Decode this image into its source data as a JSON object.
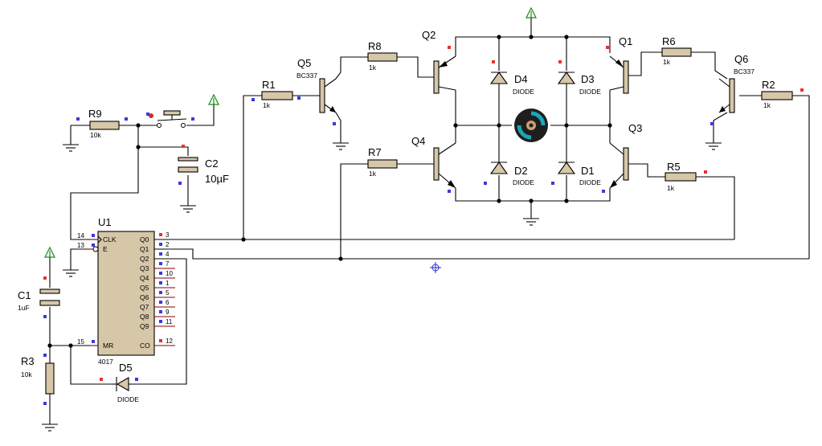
{
  "colors": {
    "wire": "#000000",
    "component_lead": "#8b0000",
    "component_body": "#d6c7a8",
    "pin_marker_red": "#e8312e",
    "pin_marker_blue": "#3a3ad8",
    "motor_accent": "#1aa6b7",
    "motor_body": "#1e1e1e",
    "cursor": "#2a2ad0"
  },
  "icons": {
    "power": "power-terminal-icon",
    "ground": "ground-terminal-icon",
    "motor": "dc-motor-icon",
    "cursor": "crosshair-cursor-icon"
  },
  "components": {
    "R1": {
      "ref": "R1",
      "value": "1k"
    },
    "R2": {
      "ref": "R2",
      "value": "1k"
    },
    "R3": {
      "ref": "R3",
      "value": "10k"
    },
    "R5": {
      "ref": "R5",
      "value": "1k"
    },
    "R6": {
      "ref": "R6",
      "value": "1k"
    },
    "R7": {
      "ref": "R7",
      "value": "1k"
    },
    "R8": {
      "ref": "R8",
      "value": "1k"
    },
    "R9": {
      "ref": "R9",
      "value": "10k"
    },
    "C1": {
      "ref": "C1",
      "value": "1uF"
    },
    "C2": {
      "ref": "C2",
      "value": "10µF"
    },
    "Q1": {
      "ref": "Q1"
    },
    "Q2": {
      "ref": "Q2"
    },
    "Q3": {
      "ref": "Q3"
    },
    "Q4": {
      "ref": "Q4"
    },
    "Q5": {
      "ref": "Q5",
      "value": "BC337"
    },
    "Q6": {
      "ref": "Q6",
      "value": "BC337"
    },
    "D1": {
      "ref": "D1",
      "value": "DIODE"
    },
    "D2": {
      "ref": "D2",
      "value": "DIODE"
    },
    "D3": {
      "ref": "D3",
      "value": "DIODE"
    },
    "D4": {
      "ref": "D4",
      "value": "DIODE"
    },
    "D5": {
      "ref": "D5",
      "value": "DIODE"
    },
    "U1": {
      "ref": "U1",
      "part": "4017",
      "left_pins": [
        {
          "num": "14",
          "name": "CLK"
        },
        {
          "num": "13",
          "name": "E"
        },
        {
          "num": "15",
          "name": "MR"
        }
      ],
      "right_pins": [
        {
          "num": "3",
          "name": "Q0"
        },
        {
          "num": "2",
          "name": "Q1"
        },
        {
          "num": "4",
          "name": "Q2"
        },
        {
          "num": "7",
          "name": "Q3"
        },
        {
          "num": "10",
          "name": "Q4"
        },
        {
          "num": "1",
          "name": "Q5"
        },
        {
          "num": "5",
          "name": "Q6"
        },
        {
          "num": "6",
          "name": "Q7"
        },
        {
          "num": "9",
          "name": "Q8"
        },
        {
          "num": "11",
          "name": "Q9"
        },
        {
          "num": "12",
          "name": "CO"
        }
      ]
    }
  }
}
